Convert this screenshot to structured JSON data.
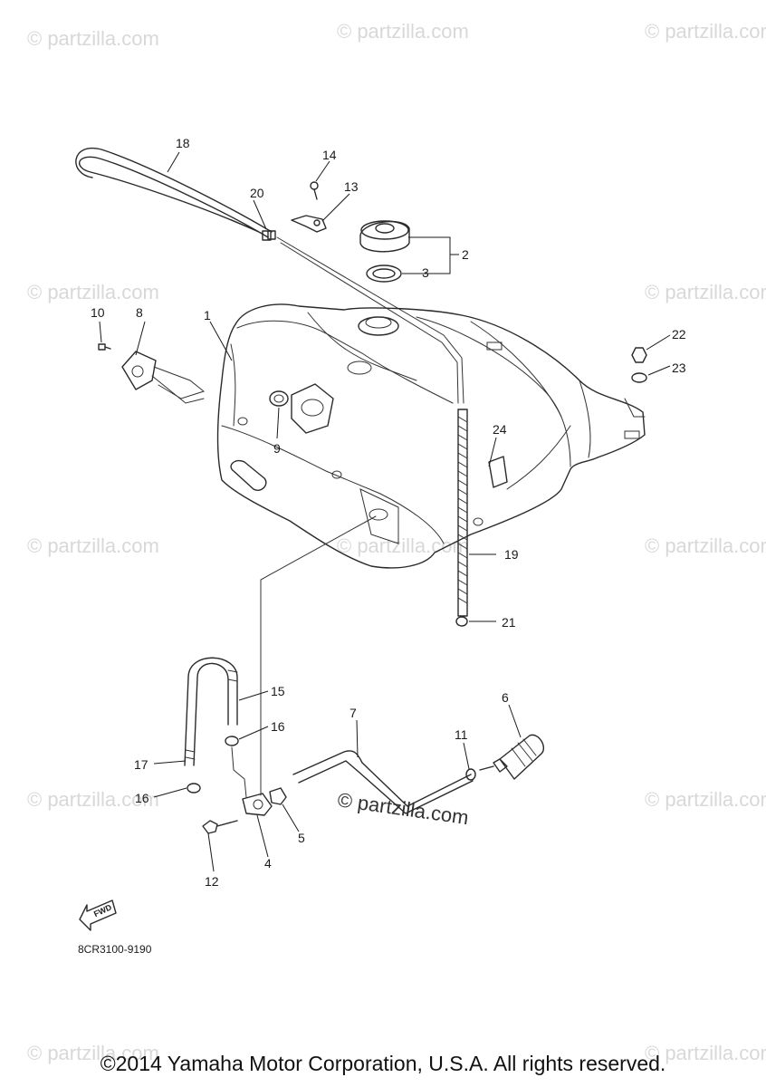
{
  "callouts": [
    {
      "no": "1"
    },
    {
      "no": "2"
    },
    {
      "no": "3"
    },
    {
      "no": "4"
    },
    {
      "no": "5"
    },
    {
      "no": "6"
    },
    {
      "no": "7"
    },
    {
      "no": "8"
    },
    {
      "no": "9"
    },
    {
      "no": "10"
    },
    {
      "no": "11"
    },
    {
      "no": "12"
    },
    {
      "no": "13"
    },
    {
      "no": "14"
    },
    {
      "no": "15"
    },
    {
      "no": "16"
    },
    {
      "no": "16"
    },
    {
      "no": "17"
    },
    {
      "no": "18"
    },
    {
      "no": "19"
    },
    {
      "no": "20"
    },
    {
      "no": "21"
    },
    {
      "no": "22"
    },
    {
      "no": "23"
    },
    {
      "no": "24"
    }
  ],
  "diagram_code": "8CR3100-9190",
  "fwd_label": "FWD",
  "watermark": "© partzilla.com",
  "copyright": "©2014  Yamaha Motor Corporation, U.S.A. All rights reserved."
}
